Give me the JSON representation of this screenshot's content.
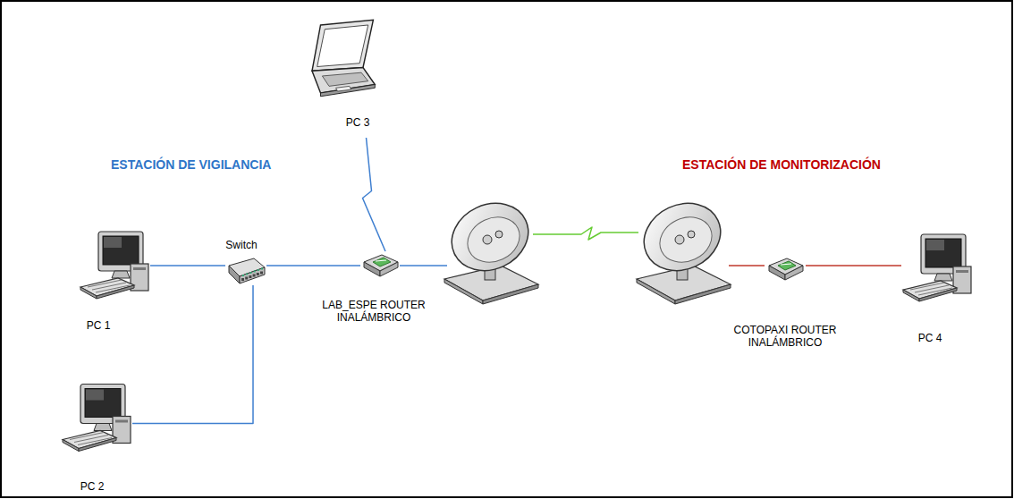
{
  "diagram": {
    "nodes": [
      {
        "text": [
          "PC 3"
        ]
      },
      {
        "text": [
          "PC 1"
        ]
      },
      {
        "text": [
          "Switch"
        ]
      },
      {
        "text": [
          "LAB_ESPE ROUTER INALÁMBRICO"
        ]
      },
      {
        "text": [
          "COTOPAXI ROUTER INALÁMBRICO"
        ]
      },
      {
        "text": [
          "PC 4"
        ]
      },
      {
        "text": [
          "PC 2"
        ]
      }
    ],
    "edges": [
      {
        "from": 1,
        "to": 2,
        "arrow": "none"
      },
      {
        "from": 6,
        "to": 2,
        "arrow": "none"
      },
      {
        "from": 2,
        "to": 3,
        "arrow": "none"
      },
      {
        "from": 0,
        "to": 3,
        "arrow": "none"
      },
      {
        "from": 3,
        "to": 4,
        "arrow": "none"
      },
      {
        "from": 4,
        "to": 5,
        "arrow": "none"
      }
    ],
    "labels": [
      "ESTACIÓN DE VIGILANCIA",
      "ESTACIÓN DE MONITORIZACIÓN"
    ]
  }
}
